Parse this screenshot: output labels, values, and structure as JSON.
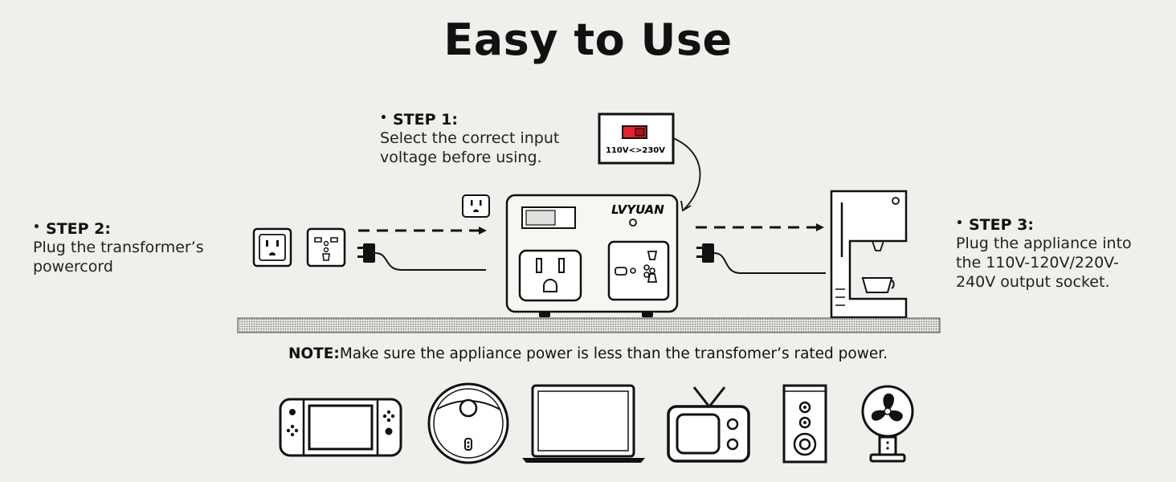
{
  "title": "Easy to Use",
  "step1": {
    "heading": "STEP 1:",
    "text_line1": "Select the correct input",
    "text_line2": "voltage before using."
  },
  "step2": {
    "heading": "STEP 2:",
    "text_line1": "Plug the transformer’s",
    "text_line2": "powercord"
  },
  "step3": {
    "heading": "STEP 3:",
    "text_line1": "Plug the appliance into",
    "text_line2": "the 110V-120V/220V-",
    "text_line3": "240V output socket."
  },
  "switch_label": "110V<>230V",
  "brand": "LVYUAN",
  "note": {
    "prefix": "NOTE:",
    "text": "Make sure the appliance power is less than the transfomer’s rated power."
  },
  "colors": {
    "background": "#efefeb",
    "switch_red": "#e8202a",
    "ink": "#111111"
  },
  "appliance_icons": [
    "game-console-icon",
    "robot-vacuum-icon",
    "laptop-icon",
    "tv-icon",
    "speaker-icon",
    "fan-icon"
  ]
}
